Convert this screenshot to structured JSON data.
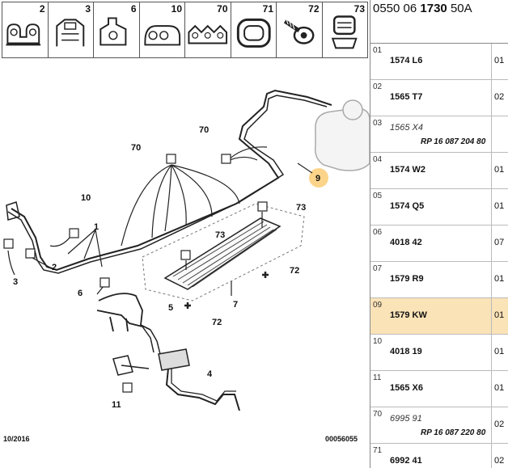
{
  "header": {
    "ref_part1": "0550 06",
    "ref_bold": "1730",
    "ref_part2": "50A"
  },
  "thumbnails": [
    {
      "num": "2",
      "icon": "double-clip-icon"
    },
    {
      "num": "3",
      "icon": "pipe-holder-icon"
    },
    {
      "num": "6",
      "icon": "bracket-clip-icon"
    },
    {
      "num": "10",
      "icon": "triple-clip-icon"
    },
    {
      "num": "70",
      "icon": "multi-clip-icon"
    },
    {
      "num": "71",
      "icon": "grommet-icon"
    },
    {
      "num": "72",
      "icon": "screw-icon"
    },
    {
      "num": "73",
      "icon": "plug-icon"
    }
  ],
  "callouts": {
    "c1": "1",
    "c2": "2",
    "c3": "3",
    "c4": "4",
    "c5": "5",
    "c6": "6",
    "c7": "7",
    "c9": "9",
    "c10": "10",
    "c11": "11",
    "c70a": "70",
    "c70b": "70",
    "c72a": "72",
    "c72b": "72",
    "c73a": "73",
    "c73b": "73"
  },
  "footer": {
    "date": "10/2016",
    "drawing_no": "00056055"
  },
  "parts": [
    {
      "idx": "01",
      "code": "1574 L6",
      "qty": "01",
      "italic": false,
      "rp": ""
    },
    {
      "idx": "02",
      "code": "1565 T7",
      "qty": "02",
      "italic": false,
      "rp": ""
    },
    {
      "idx": "03",
      "code": "1565 X4",
      "qty": "",
      "italic": true,
      "rp": "RP 16 087 204 80"
    },
    {
      "idx": "04",
      "code": "1574 W2",
      "qty": "01",
      "italic": false,
      "rp": ""
    },
    {
      "idx": "05",
      "code": "1574 Q5",
      "qty": "01",
      "italic": false,
      "rp": ""
    },
    {
      "idx": "06",
      "code": "4018 42",
      "qty": "07",
      "italic": false,
      "rp": ""
    },
    {
      "idx": "07",
      "code": "1579 R9",
      "qty": "01",
      "italic": false,
      "rp": ""
    },
    {
      "idx": "09",
      "code": "1579 KW",
      "qty": "01",
      "italic": false,
      "rp": "",
      "highlight": true
    },
    {
      "idx": "10",
      "code": "4018 19",
      "qty": "01",
      "italic": false,
      "rp": ""
    },
    {
      "idx": "11",
      "code": "1565 X6",
      "qty": "01",
      "italic": false,
      "rp": ""
    },
    {
      "idx": "70",
      "code": "6995 91",
      "qty": "02",
      "italic": true,
      "rp": "RP 16 087 220 80"
    },
    {
      "idx": "71",
      "code": "6992 41",
      "qty": "02",
      "italic": false,
      "rp": ""
    }
  ],
  "colors": {
    "highlight": "#fbe3b8",
    "callout_9": "#fbd48a"
  }
}
